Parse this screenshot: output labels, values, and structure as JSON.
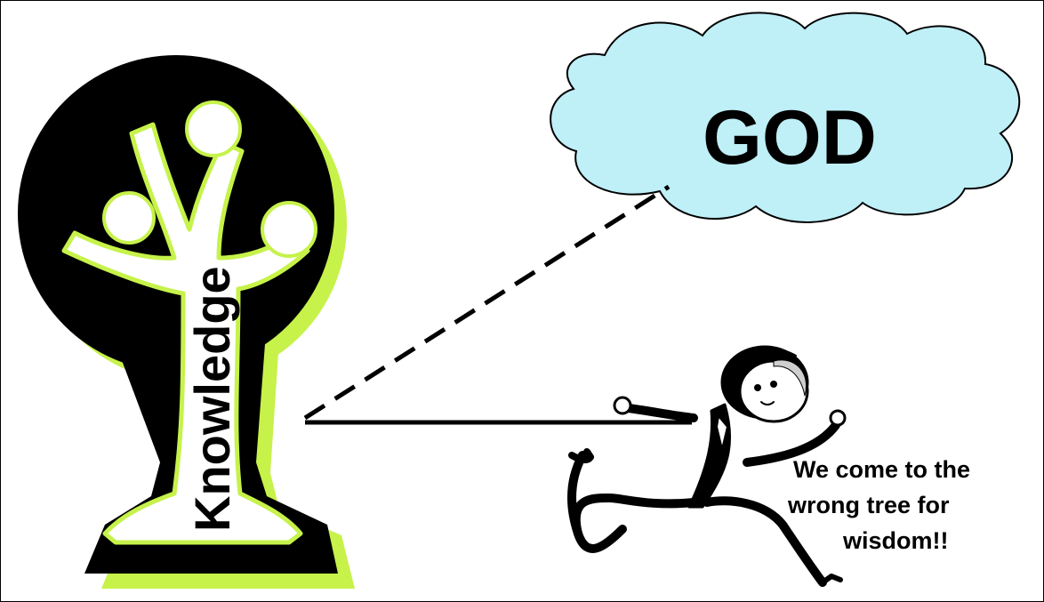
{
  "tree_label": "Knowledge",
  "cloud_label": "GOD",
  "caption": {
    "line1": "We come to the",
    "line2": "wrong tree for",
    "line3": "wisdom!!"
  },
  "colors": {
    "tree_fill": "#000000",
    "tree_shadow": "#c6f24a",
    "cloud_fill": "#bfeff7",
    "outline": "#000000",
    "face": "#ffffff"
  },
  "icons": [
    "tree-icon",
    "cloud-icon",
    "running-man-icon"
  ]
}
